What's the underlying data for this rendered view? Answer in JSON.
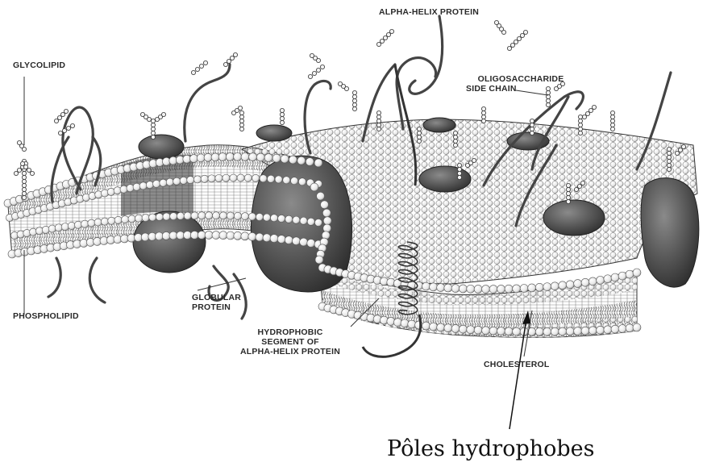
{
  "labels": {
    "glycolipid": "GLYCOLIPID",
    "alpha_helix_protein": "ALPHA-HELIX PROTEIN",
    "oligosaccharide_line1": "OLIGOSACCHARIDE",
    "oligosaccharide_line2": "SIDE CHAIN",
    "globular_line1": "GLOBULAR",
    "globular_line2": "PROTEIN",
    "phospholipid": "PHOSPHOLIPID",
    "hydrophobic_line1": "HYDROPHOBIC",
    "hydrophobic_line2": "SEGMENT OF",
    "hydrophobic_line3": "ALPHA-HELIX PROTEIN",
    "cholesterol": "CHOLESTEROL"
  },
  "caption": "Pôles hydrophobes",
  "colors": {
    "ink": "#1e1e1e",
    "head_fill": "#e8e8e8",
    "protein_fill": "#4a4a4a",
    "background": "#ffffff"
  }
}
